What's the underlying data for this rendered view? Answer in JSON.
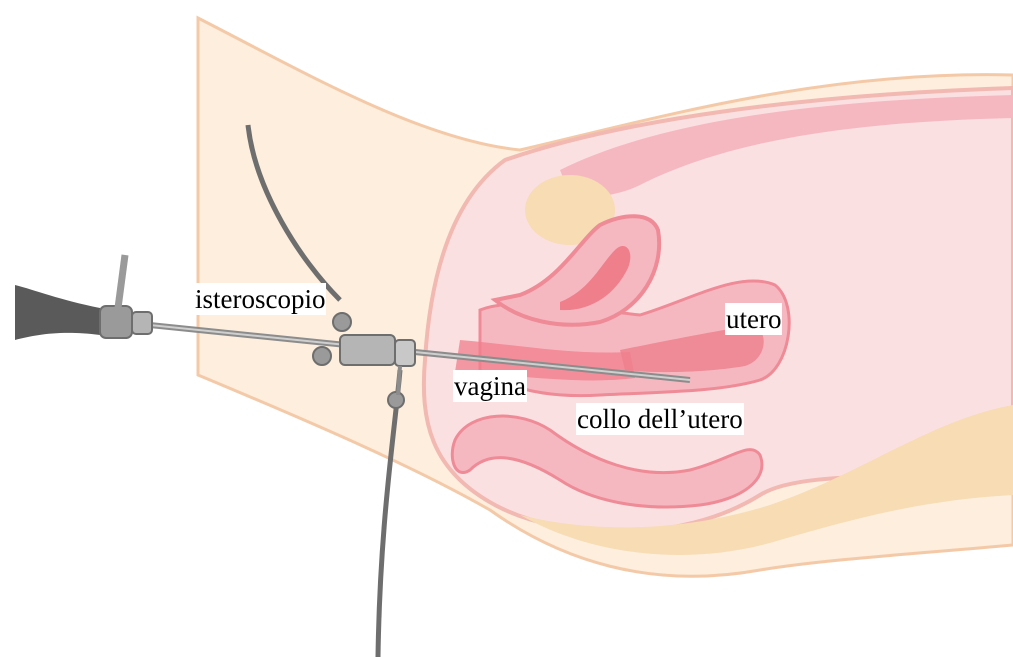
{
  "labels": {
    "hysteroscope": "isteroscopio",
    "uterus": "utero",
    "vagina": "vagina",
    "cervix": "collo dell’utero"
  },
  "colors": {
    "skin": "#fdeedd",
    "skin_outline": "#f4c9a8",
    "pelvic_cavity": "#fce3e6",
    "tissue_pink": "#f6b8c0",
    "tissue_deep": "#ee8b97",
    "endometrium": "#f07f8c",
    "fat": "#f7dcb4",
    "instrument": "#8c8c8c",
    "instrument_dark": "#5a5a5a",
    "cable": "#6e6e6e"
  }
}
